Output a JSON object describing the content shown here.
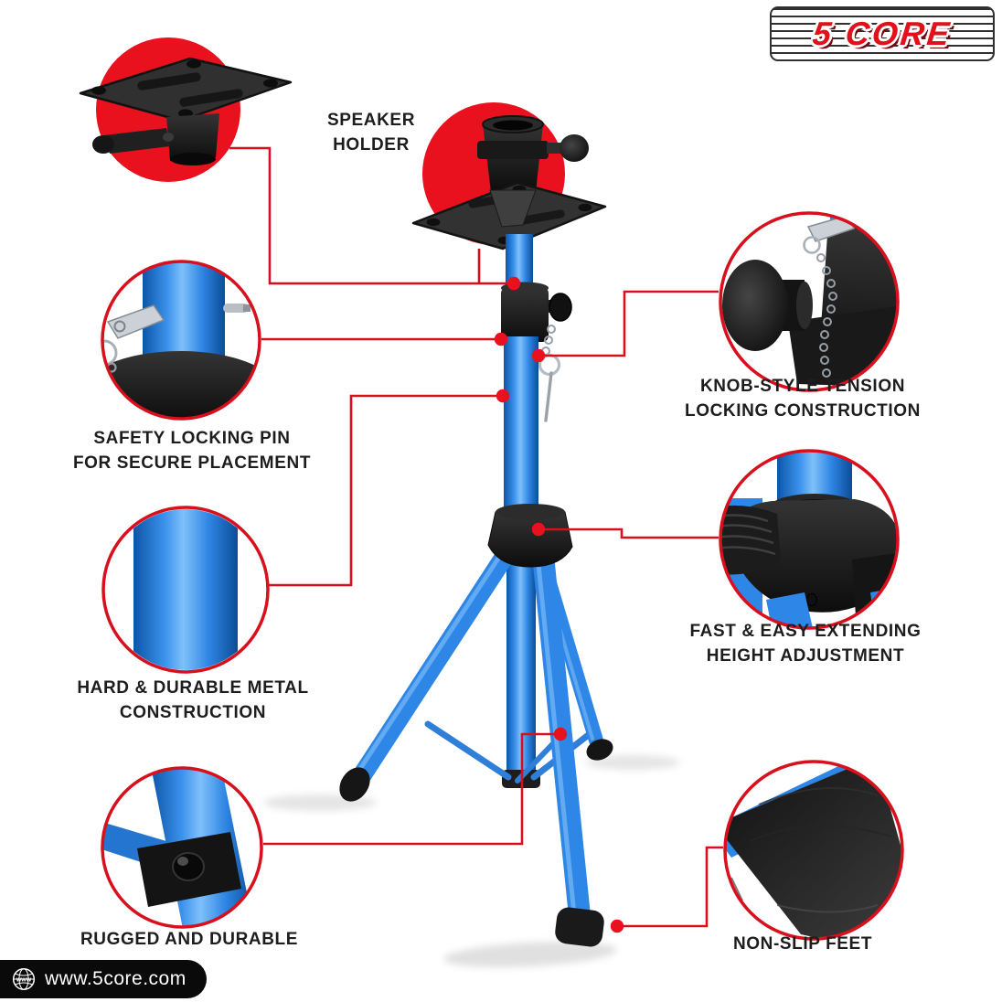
{
  "brand": {
    "name": "5 CORE"
  },
  "footer": {
    "website": "www.5core.com",
    "globe_label": "www",
    "globe_icon": "globe-icon"
  },
  "callouts": {
    "speaker_holder": {
      "line1": "SPEAKER",
      "line2": "HOLDER"
    },
    "safety_pin": {
      "line1": "SAFETY LOCKING PIN",
      "line2": "FOR SECURE PLACEMENT"
    },
    "knob_tension": {
      "line1": "KNOB-STYLE TENSION",
      "line2": "LOCKING CONSTRUCTION"
    },
    "hard_metal": {
      "line1": "HARD & DURABLE METAL",
      "line2": "CONSTRUCTION"
    },
    "height_adjust": {
      "line1": "FAST & EASY EXTENDING",
      "line2": "HEIGHT ADJUSTMENT"
    },
    "rugged": {
      "line1": "RUGGED AND DURABLE"
    },
    "nonslip": {
      "line1": "NON-SLIP FEET"
    }
  },
  "colors": {
    "accent_red": "#e8111d",
    "connector_red": "#d8101d",
    "product_blue": "#2e86e6",
    "hardware_black": "#1a1a1a",
    "background": "#ffffff"
  }
}
